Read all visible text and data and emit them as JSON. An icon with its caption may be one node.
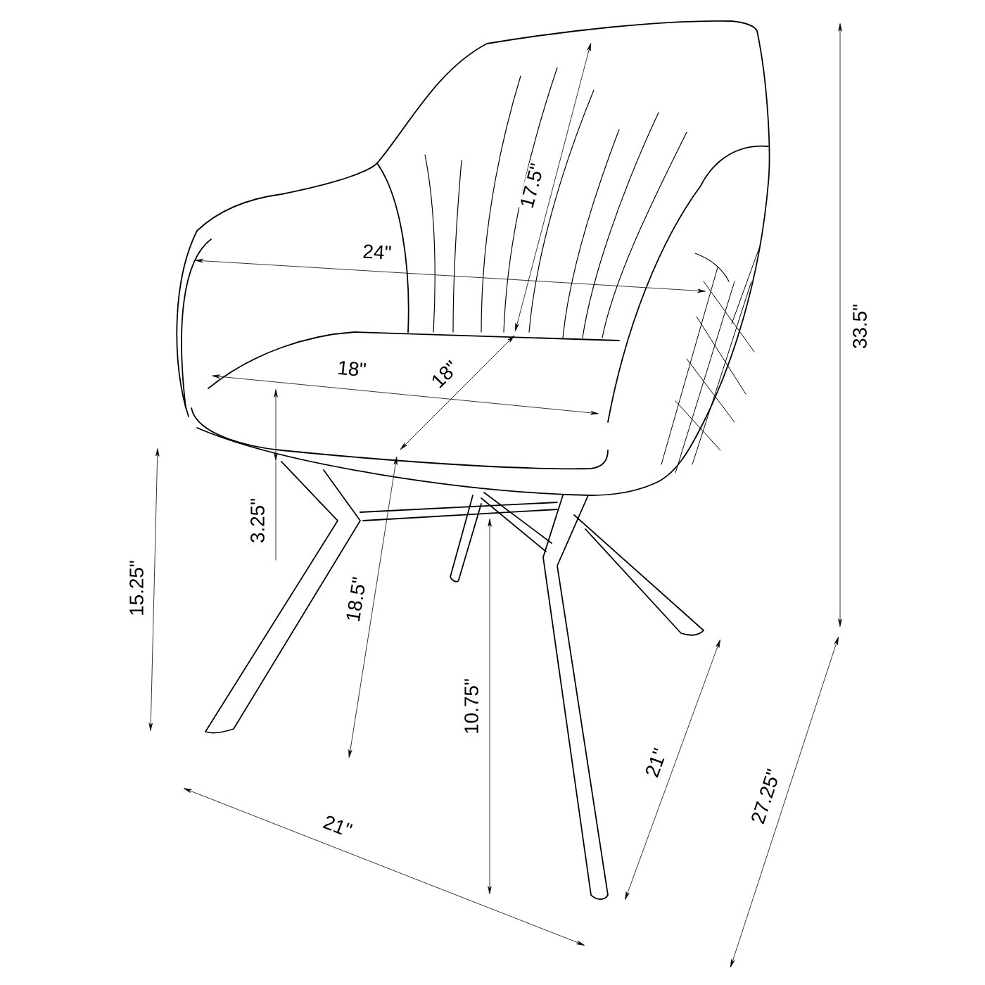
{
  "diagram": {
    "labels": [
      "17.5\"",
      "33.5\"",
      "24\"",
      "18\"",
      "18\"",
      "3.25\"",
      "15.25\"",
      "18.5\"",
      "10.75\"",
      "21\"",
      "27.25\"",
      "21\""
    ]
  }
}
